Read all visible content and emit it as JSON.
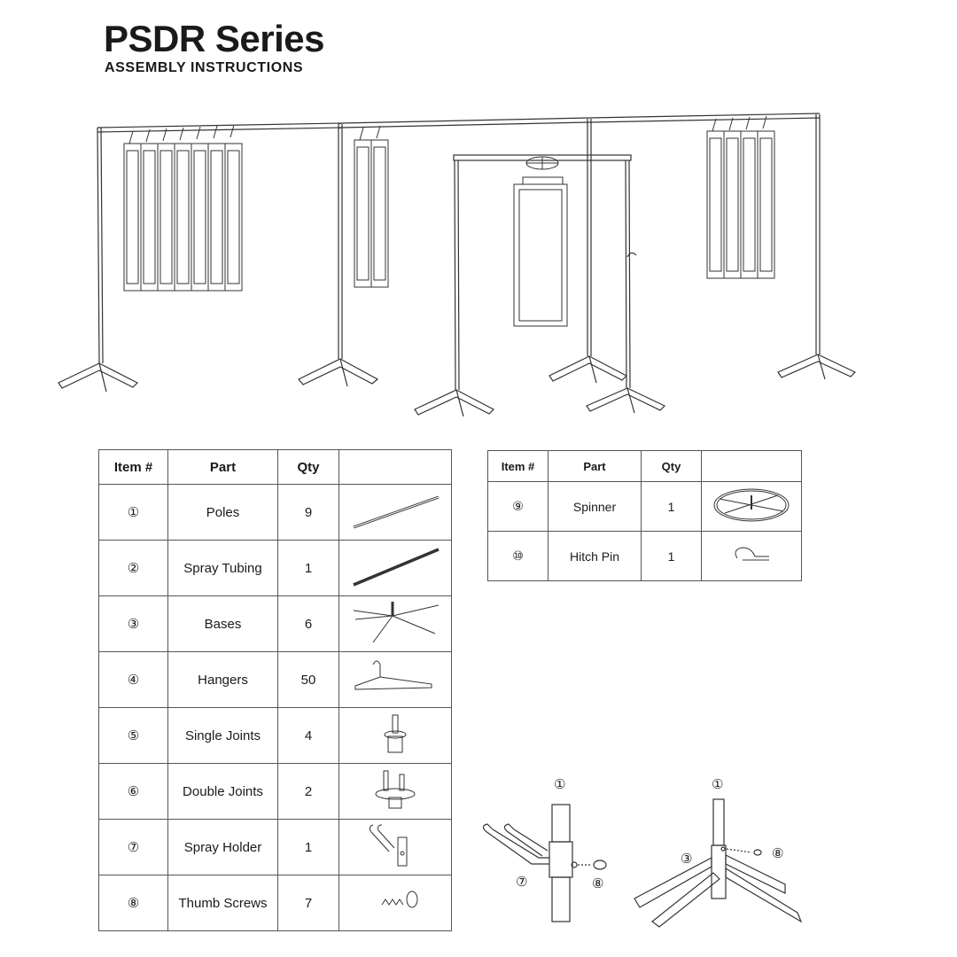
{
  "header": {
    "title": "PSDR Series",
    "subtitle": "ASSEMBLY  INSTRUCTIONS"
  },
  "parts_table_1": {
    "columns": [
      "Item #",
      "Part",
      "Qty",
      ""
    ],
    "rows": [
      {
        "item": "①",
        "part": "Poles",
        "qty": "9",
        "icon": "pole-icon"
      },
      {
        "item": "②",
        "part": "Spray Tubing",
        "qty": "1",
        "icon": "spray-tubing-icon"
      },
      {
        "item": "③",
        "part": "Bases",
        "qty": "6",
        "icon": "base-icon"
      },
      {
        "item": "④",
        "part": "Hangers",
        "qty": "50",
        "icon": "hanger-icon"
      },
      {
        "item": "⑤",
        "part": "Single Joints",
        "qty": "4",
        "icon": "single-joint-icon"
      },
      {
        "item": "⑥",
        "part": "Double Joints",
        "qty": "2",
        "icon": "double-joint-icon"
      },
      {
        "item": "⑦",
        "part": "Spray Holder",
        "qty": "1",
        "icon": "spray-holder-icon"
      },
      {
        "item": "⑧",
        "part": "Thumb Screws",
        "qty": "7",
        "icon": "thumb-screw-icon"
      }
    ]
  },
  "parts_table_2": {
    "columns": [
      "Item #",
      "Part",
      "Qty",
      ""
    ],
    "rows": [
      {
        "item": "⑨",
        "part": "Spinner",
        "qty": "1",
        "icon": "spinner-icon"
      },
      {
        "item": "⑩",
        "part": "Hitch Pin",
        "qty": "1",
        "icon": "hitch-pin-icon"
      }
    ]
  },
  "detail_callouts": {
    "left": {
      "top": "①",
      "holder": "⑦",
      "screw": "⑧"
    },
    "right": {
      "top": "①",
      "base": "③",
      "screw": "⑧"
    }
  }
}
